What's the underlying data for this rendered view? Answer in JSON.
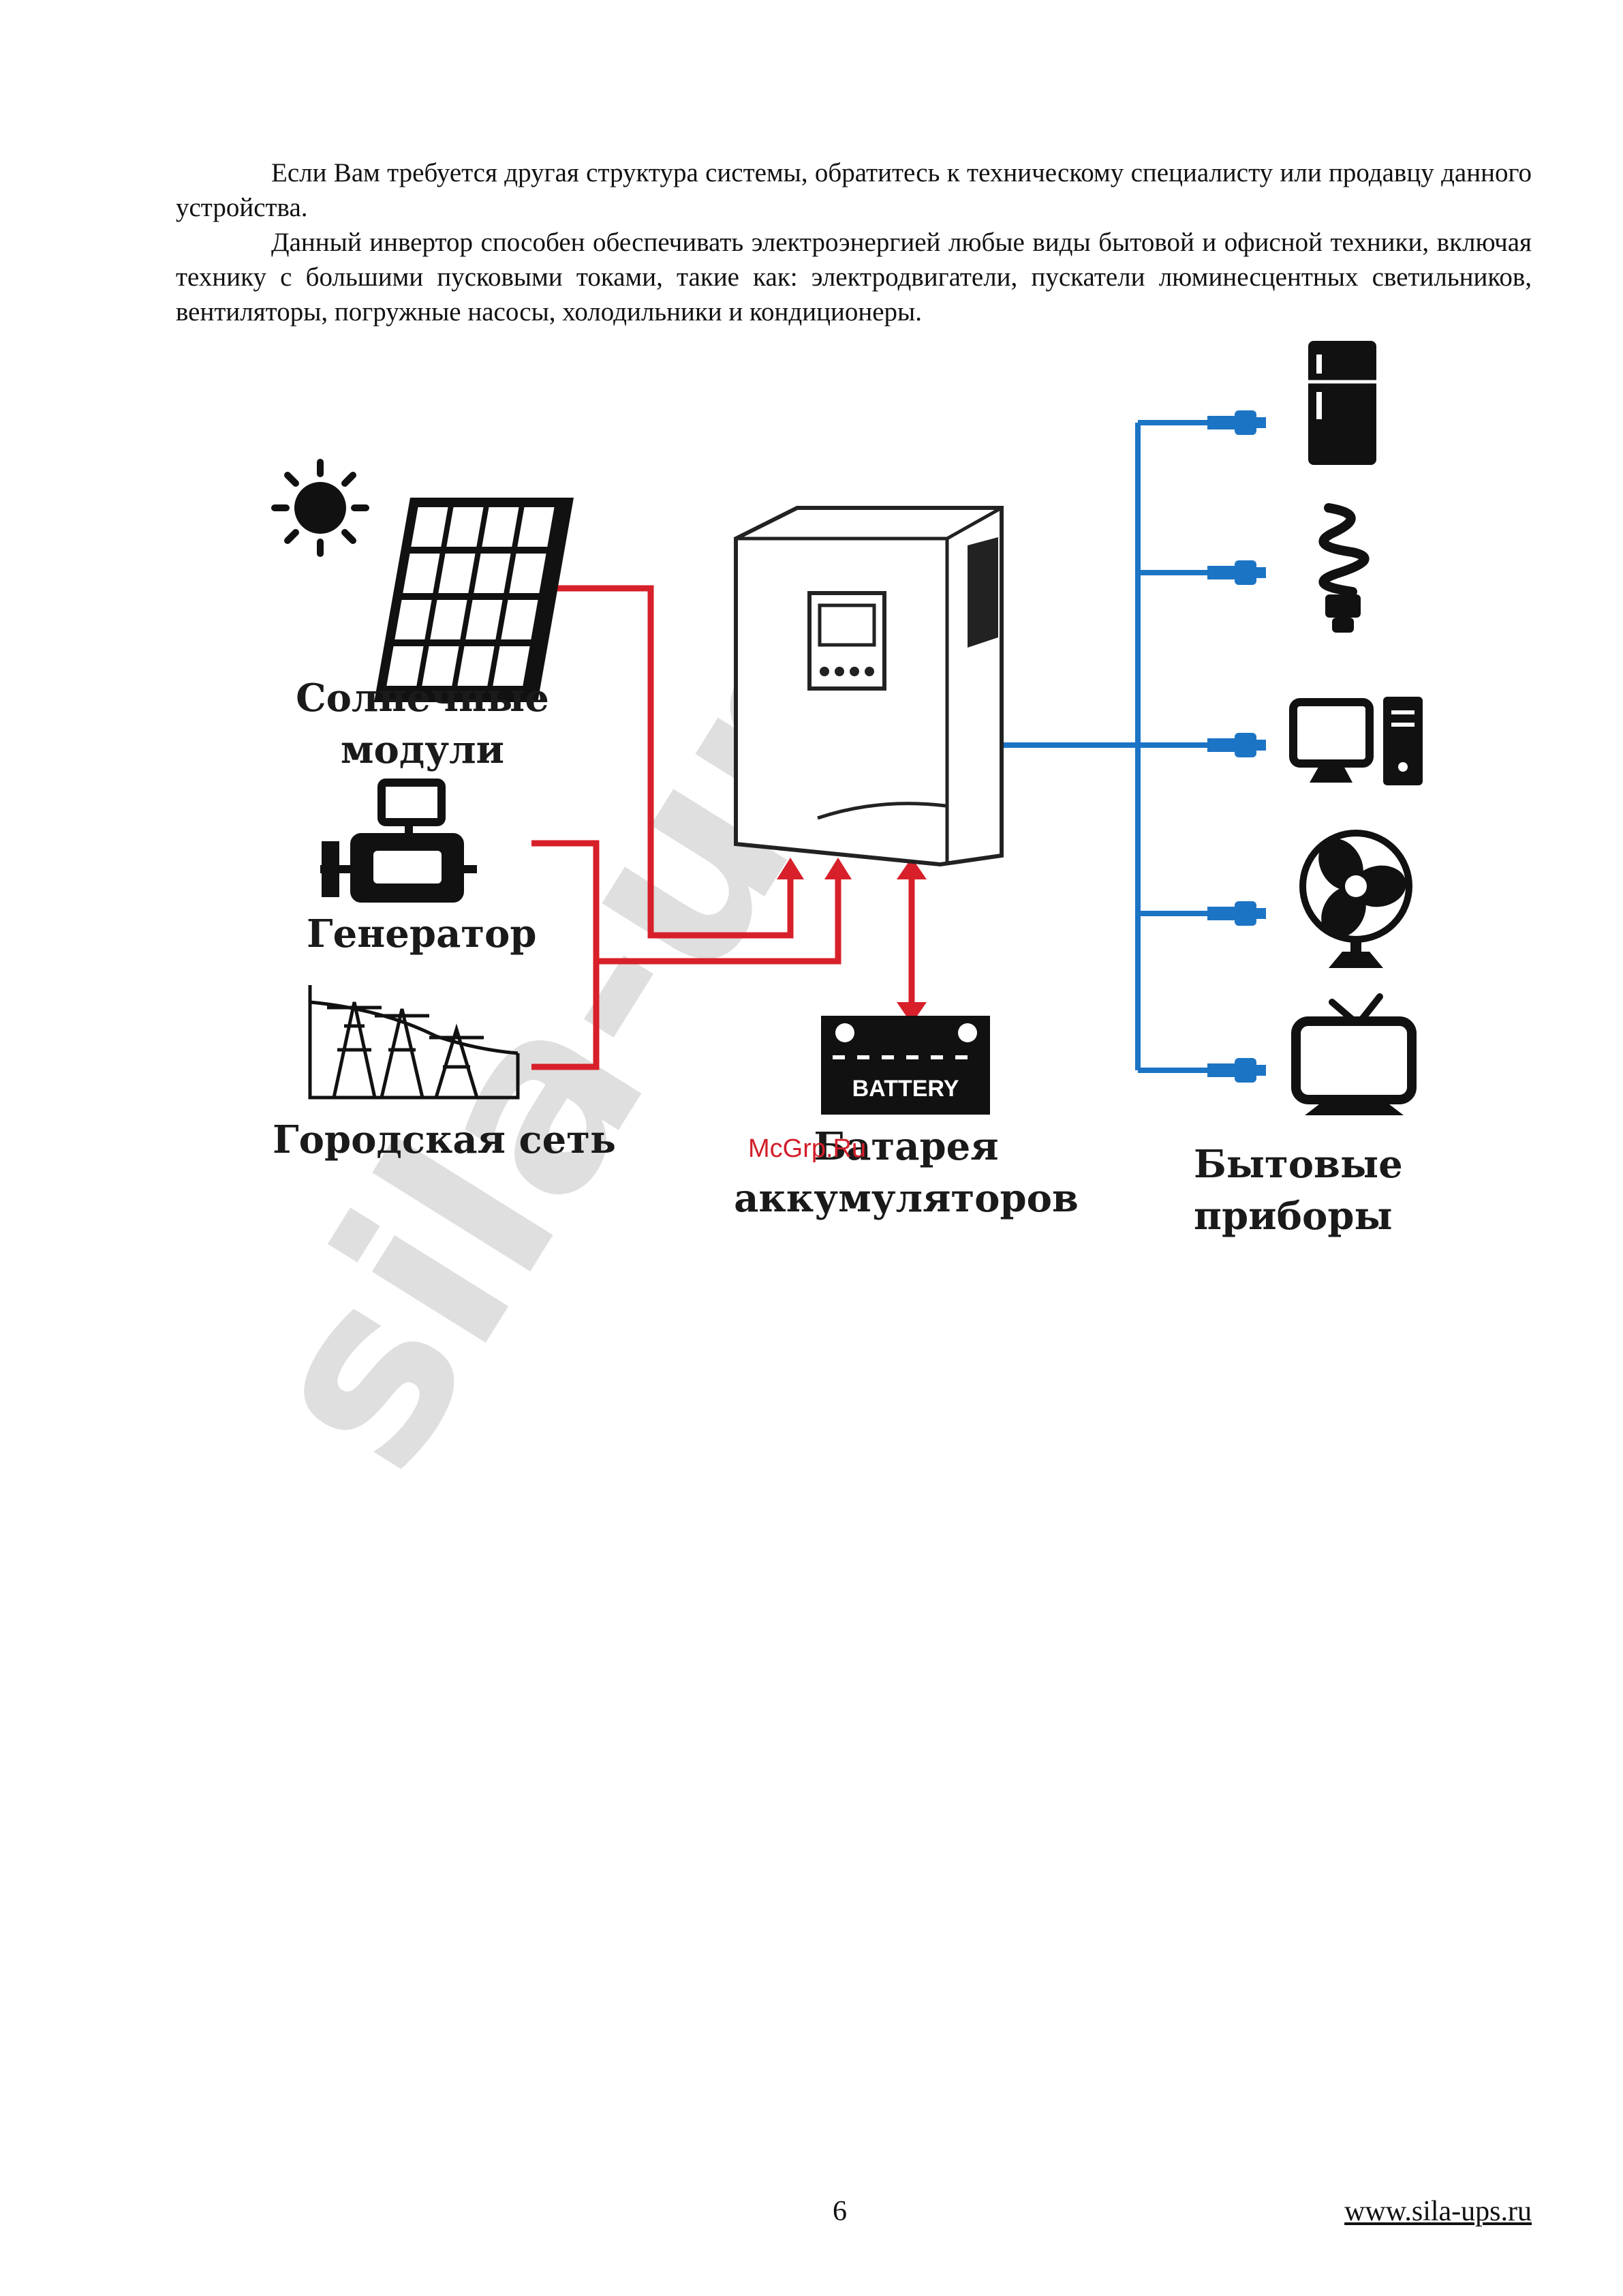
{
  "paragraphs": [
    "Если Вам требуется другая структура системы, обратитесь к техническому специалисту или продавцу данного устройства.",
    "Данный инвертор способен обеспечивать электроэнергией любые виды бытовой и офисной техники, включая технику с большими пусковыми токами, такие как: электродвигатели, пускатели люминесцентных светильников, вентиляторы, погружные насосы, холодильники и кондиционеры."
  ],
  "diagram": {
    "solar_label_line1": "Солнечные",
    "solar_label_line2": "модули",
    "generator_label": "Генератор",
    "grid_label": "Городская сеть",
    "battery_text": "BATTERY",
    "battery_label_line1": "Батарея",
    "battery_label_line2": "аккумуляторов",
    "appliances_label_line1": "Бытовые",
    "appliances_label_line2": "приборы",
    "colors": {
      "input_line": "#d7202a",
      "output_line": "#1c74c4"
    }
  },
  "watermark": "sila-ups",
  "mcgrp_mark": "McGrp.Ru",
  "footer": {
    "page_number": "6",
    "site": "www.sila-ups.ru"
  }
}
